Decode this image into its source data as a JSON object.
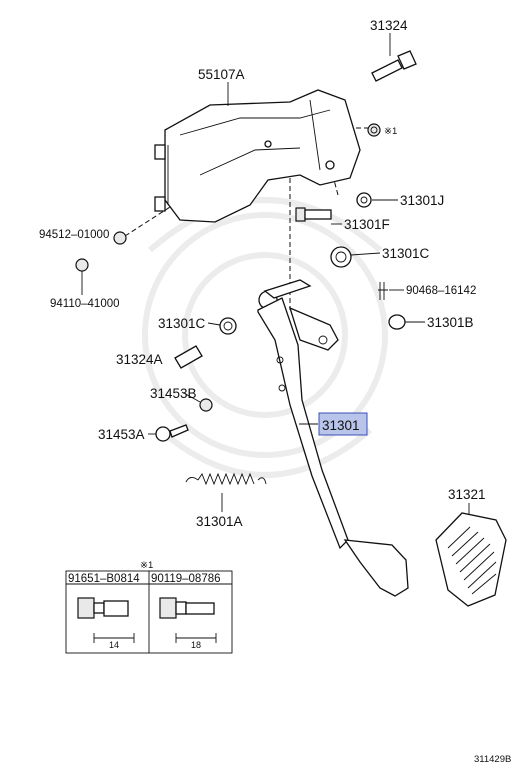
{
  "labels": {
    "bolt_31324": "31324",
    "bracket_55107A": "55107A",
    "nut_31301J": "31301J",
    "bolt_31301F": "31301F",
    "bushing_31301C_right": "31301C",
    "clip_90468": "90468–16142",
    "stopper_31301B": "31301B",
    "bushing_31301C_left": "31301C",
    "collar_31324A": "31324A",
    "nut_31453B": "31453B",
    "pin_31453A": "31453A",
    "pedal_31301": "31301",
    "spring_31301A": "31301A",
    "pad_31321": "31321",
    "nut_94512": "94512–01000",
    "nut_94110": "94110–41000",
    "ref_mark": "※1"
  },
  "inset": {
    "header_mark": "※1",
    "col1_part": "91651–B0814",
    "col2_part": "90119–08786",
    "col1_dim": "14",
    "col2_dim": "18"
  },
  "figure_number": "311429B"
}
